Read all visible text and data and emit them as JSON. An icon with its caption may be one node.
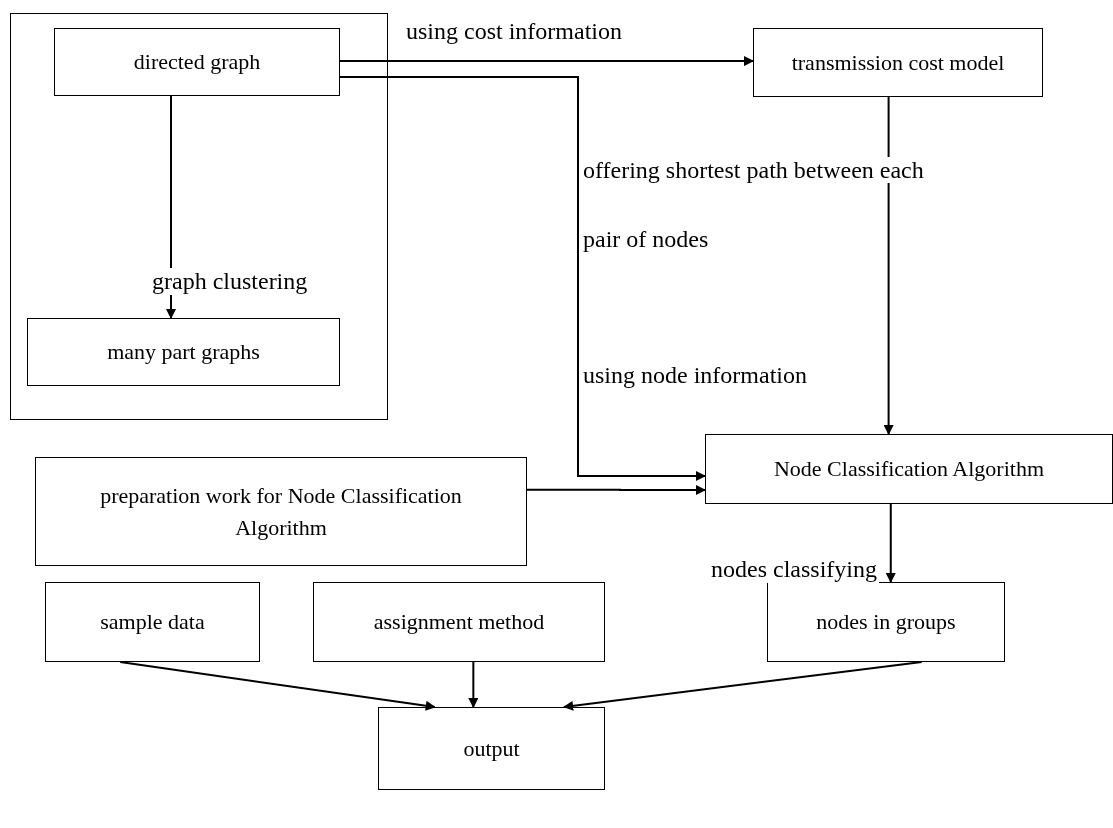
{
  "diagram": {
    "nodes": [
      {
        "text": [],
        "shape": "box"
      },
      {
        "text": [
          "directed graph"
        ],
        "in": 0
      },
      {
        "text": [
          "many part graphs"
        ],
        "in": 0
      },
      {
        "text": [
          "transmission cost model"
        ]
      },
      {
        "text": [
          "Node Classification Algorithm"
        ]
      },
      {
        "text": [
          "preparation work for Node Classification Algorithm"
        ]
      },
      {
        "text": [
          "sample data"
        ]
      },
      {
        "text": [
          "assignment method"
        ]
      },
      {
        "text": [
          "nodes in groups"
        ]
      },
      {
        "text": [
          "output"
        ]
      }
    ],
    "edges": [
      {
        "from": 1,
        "to": 2,
        "arrow": "to",
        "label": "graph clustering"
      },
      {
        "from": 1,
        "to": 3,
        "arrow": "to",
        "label": "using cost information"
      },
      {
        "from": 3,
        "to": 4,
        "arrow": "to",
        "label": "offering shortest path between each pair of nodes"
      },
      {
        "from": 1,
        "to": 4,
        "arrow": "to",
        "label": "using node information"
      },
      {
        "from": 5,
        "to": 4,
        "arrow": "to"
      },
      {
        "from": 4,
        "to": 8,
        "arrow": "to",
        "label": "nodes classifying"
      },
      {
        "from": 6,
        "to": 9,
        "arrow": "to"
      },
      {
        "from": 7,
        "to": 9,
        "arrow": "to"
      },
      {
        "from": 8,
        "to": 9,
        "arrow": "to"
      }
    ]
  }
}
